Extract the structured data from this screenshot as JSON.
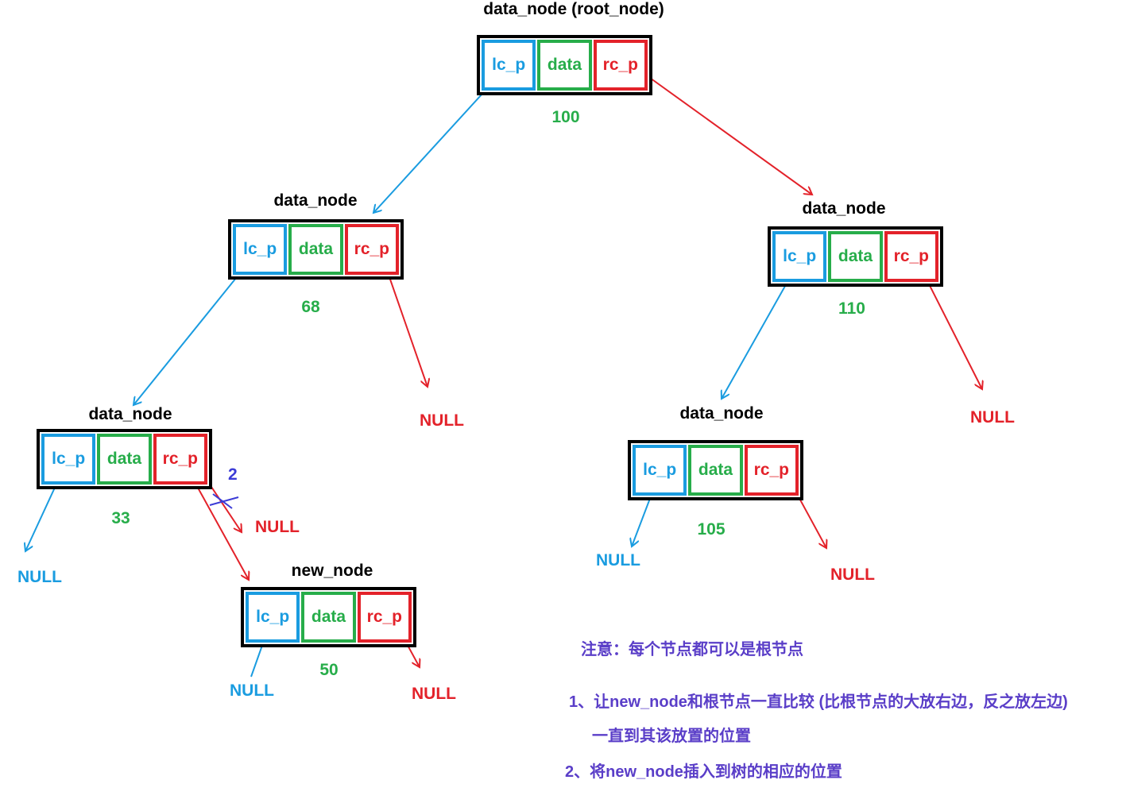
{
  "labels": {
    "lc": "lc_p",
    "data": "data",
    "rc": "rc_p"
  },
  "nodes": {
    "root": {
      "title": "data_node (root_node)",
      "value": "100"
    },
    "n68": {
      "title": "data_node",
      "value": "68"
    },
    "n110": {
      "title": "data_node",
      "value": "110"
    },
    "n33": {
      "title": "data_node",
      "value": "33"
    },
    "n105": {
      "title": "data_node",
      "value": "105"
    },
    "nnew": {
      "title": "new_node",
      "value": "50"
    }
  },
  "null_text": "NULL",
  "step_marker": "2",
  "notes": {
    "note": "注意：每个节点都可以是根节点",
    "step1_line1": "1、让new_node和根节点一直比较 (比根节点的大放右边，反之放左边)",
    "step1_line2": "一直到其该放置的位置",
    "step2": "2、将new_node插入到树的相应的位置"
  },
  "colors": {
    "lc": "#1a9ce0",
    "data": "#27ad4a",
    "rc": "#e3222a",
    "border": "#000000",
    "note": "#5a3ec8",
    "marker": "#3b3bd6"
  }
}
